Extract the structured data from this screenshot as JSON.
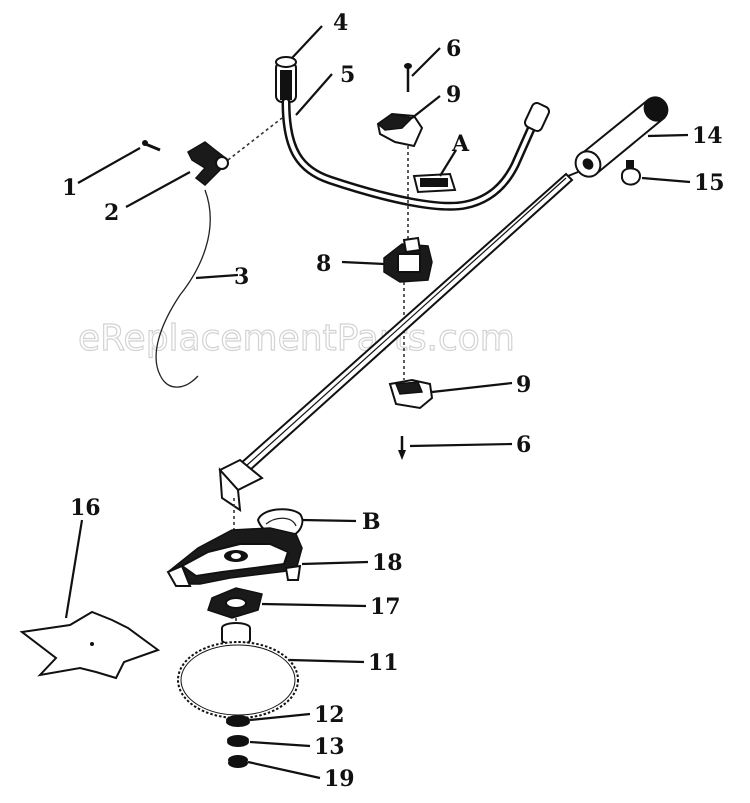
{
  "watermark": "eReplacementParts.com",
  "callouts": {
    "c1": "1",
    "c2": "2",
    "c3": "3",
    "c4": "4",
    "c5": "5",
    "c6a": "6",
    "c6b": "6",
    "c8": "8",
    "c9a": "9",
    "c9b": "9",
    "c11": "11",
    "c12": "12",
    "c13": "13",
    "c14": "14",
    "c15": "15",
    "c16": "16",
    "c17": "17",
    "c18": "18",
    "c19": "19",
    "cA": "A",
    "cB": "B"
  }
}
